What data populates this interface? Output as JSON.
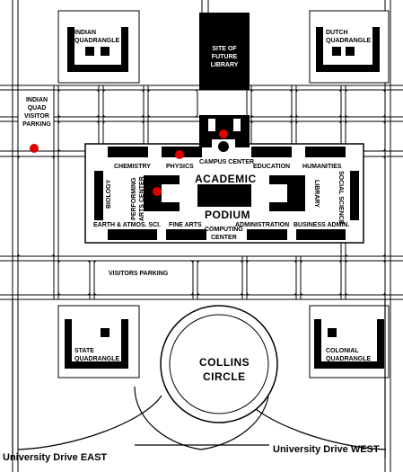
{
  "map": {
    "areas": {
      "indian_quadrangle": "INDIAN\nQUADRANGLE",
      "dutch_quadrangle": "DUTCH\nQUADRANGLE",
      "site_of_future_library": "SITE OF\nFUTURE\nLIBRARY",
      "indian_quad_visitor_parking": "INDIAN\nQUAD\nVISITOR\nPARKING",
      "campus_center": "CAMPUS CENTER",
      "chemistry": "CHEMISTRY",
      "physics": "PHYSICS",
      "education": "EDUCATION",
      "humanities": "HUMANITIES",
      "academic_podium_1": "ACADEMIC",
      "academic_podium_2": "PODIUM",
      "biology": "BIOLOGY",
      "performing_arts_center": "PERFORMING\nARTS CENTER",
      "library": "LIBRARY",
      "social_science": "SOCIAL SCIENCE",
      "earth_atmos_sci": "EARTH & ATMOS. SCI.",
      "fine_arts": "FINE ARTS",
      "administration": "ADMINISTRATION",
      "business_admin": "BUSINESS ADMIN.",
      "computing_center": "COMPUTING\nCENTER",
      "visitors_parking": "VISITORS PARKING",
      "state_quadrangle": "STATE\nQUADRANGLE",
      "colonial_quadrangle": "COLONIAL\nQUADRANGLE",
      "collins_circle_1": "COLLINS",
      "collins_circle_2": "CIRCLE"
    },
    "roads": {
      "university_drive_east": "University Drive EAST",
      "university_drive_west": "University Drive WEST"
    },
    "markers_count": 4,
    "colors": {
      "background": "#ffffff",
      "building": "#000000",
      "marker": "#e00000"
    }
  }
}
